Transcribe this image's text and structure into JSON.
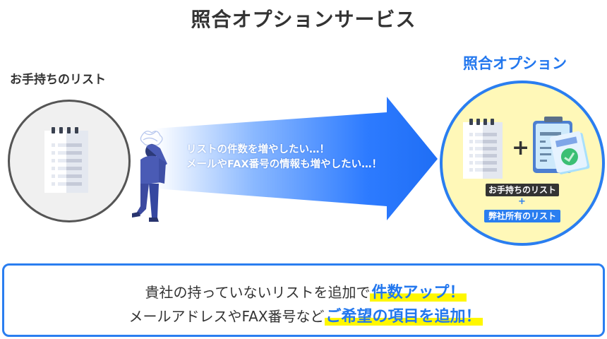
{
  "title": "照合オプションサービス",
  "left": {
    "label": "お手持ちのリスト",
    "icon": "notepad-list-icon"
  },
  "arrow": {
    "lines": [
      "リストの件数を増やしたい…！",
      "メールやFAX番号の情報も増やしたい…！"
    ],
    "gradient_start": "#ffffff",
    "gradient_end": "#2277ff",
    "figure": "troubled-businessman-icon"
  },
  "right": {
    "label": "照合オプション",
    "plus": "+",
    "tag_own": "お手持ちのリスト",
    "tag_plus": "+",
    "tag_company": "弊社所有のリスト",
    "icons": [
      "notepad-list-icon",
      "clipboard-check-icon"
    ],
    "circle_bg": "#fff8b8",
    "accent": "#2a7ef0"
  },
  "bottom": {
    "line1_prefix": "貴社の持っていないリストを追加で",
    "line1_highlight": "件数アップ！",
    "line2_prefix": "メールアドレスやFAX番号など",
    "line2_highlight": "ご希望の項目を追加！",
    "highlight_color": "#fff700"
  }
}
